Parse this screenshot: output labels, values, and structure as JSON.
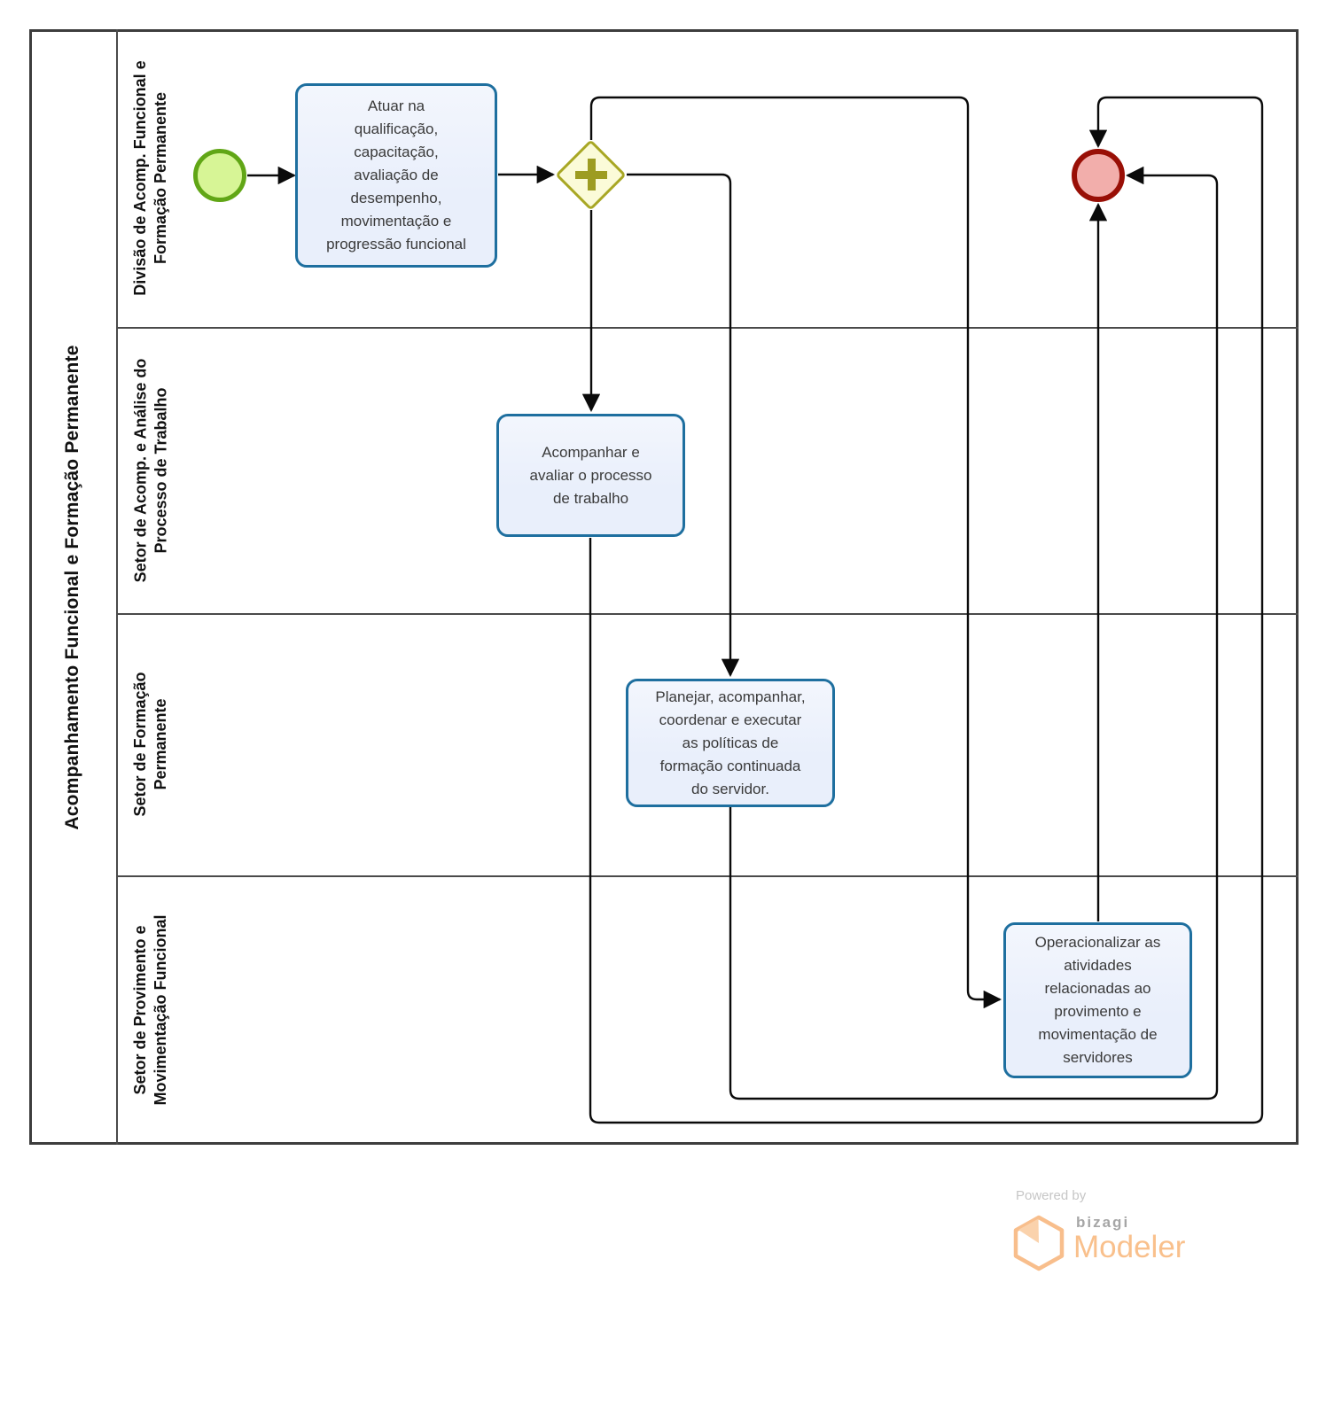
{
  "pool": {
    "title": "Acompanhamento Funcional e Formação Permanente"
  },
  "lanes": [
    {
      "label": "Divisão de Acomp. Funcional e\nFormação Permanente"
    },
    {
      "label": "Setor de Acomp. e Análise do\nProcesso de Trabalho"
    },
    {
      "label": "Setor de Formação\nPermanente"
    },
    {
      "label": "Setor de Provimento e\nMovimentação Funcional"
    }
  ],
  "nodes": {
    "start_event": {
      "type": "start-event"
    },
    "gateway": {
      "type": "parallel-gateway",
      "icon": "plus-icon"
    },
    "end_event": {
      "type": "end-event"
    },
    "task_atuar": {
      "label": "Atuar na\nqualificação,\ncapacitação,\navaliação de\ndesempenho,\nmovimentação e\nprogressão funcional"
    },
    "task_acompanhar": {
      "label": "Acompanhar e\navaliar o processo\nde trabalho"
    },
    "task_planejar": {
      "label": "Planejar, acompanhar,\ncoordenar e executar\nas políticas de\nformação continuada\ndo servidor."
    },
    "task_operacionalizar": {
      "label": "Operacionalizar as\natividades\nrelacionadas ao\nprovimento e\nmovimentação de\nservidores"
    }
  },
  "footer": {
    "powered_by": "Powered by",
    "brand": "bizagi",
    "product": "Modeler"
  },
  "colors": {
    "task-border": "#1E6F9F",
    "task-fill": "#E9EFFB",
    "start-border": "#61A616",
    "start-fill": "#D7F596",
    "gateway-border": "#A8A724",
    "gateway-fill": "#FBFBD8",
    "gateway-icon": "#9D9C22",
    "end-border": "#990F06",
    "end-fill": "#F2AEAB",
    "flow": "#0A0A0A",
    "pool-border": "#3D3D3D",
    "lane-line": "#4A4A4A",
    "text": "#3A3A3A",
    "label": "#111111",
    "logo-orange": "#F9C08C",
    "logo-gray": "#A6A6A6",
    "powered-gray": "#C6C6C6"
  }
}
